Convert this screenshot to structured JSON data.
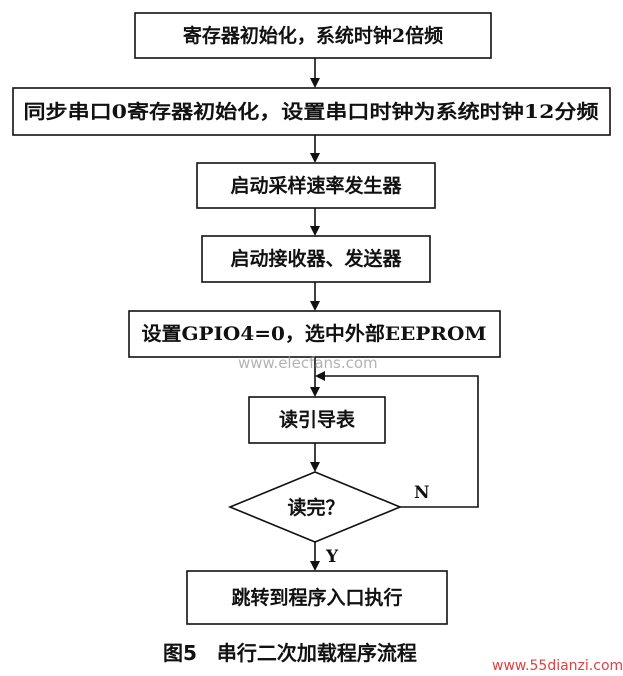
{
  "steps": {
    "s1": "寄存器初始化，系统时钟2倍频",
    "s2": "同步串口0寄存器初始化，设置串口时钟为系统时钟12分频",
    "s3": "启动采样速率发生器",
    "s4": "启动接收器、发送器",
    "s5": "设置GPIO4=0，选中外部EEPROM",
    "s6": "读引导表",
    "decision": "读完？",
    "s7": "跳转到程序入口执行"
  },
  "branches": {
    "no": "N",
    "yes": "Y"
  },
  "caption": "图5　串行二次加载程序流程",
  "watermarks": {
    "center": "www.elecfans.com",
    "corner": "www.55dianzi.com"
  }
}
